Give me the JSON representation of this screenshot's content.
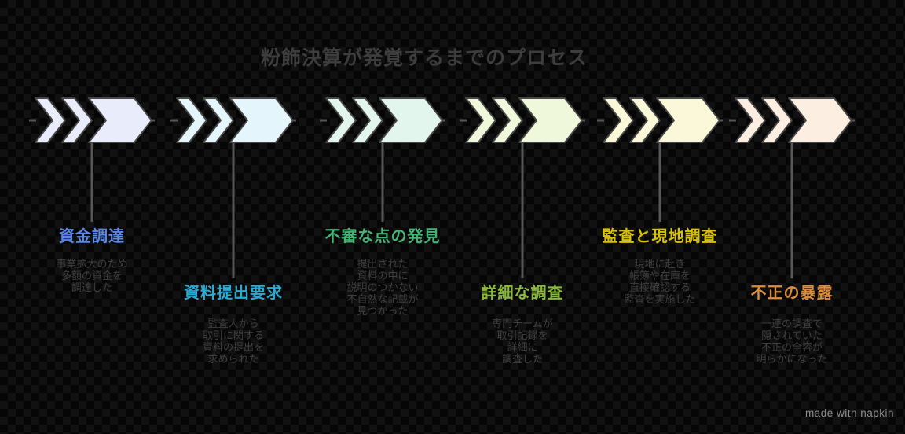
{
  "title": "粉飾決算が発覚するまでのプロセス",
  "watermark": "made with napkin",
  "colors": {
    "background": "#060606",
    "chevron_outline": "#474747",
    "connector_line": "#575757",
    "title_text": "#3d3d3d",
    "description_text": "#3f3f3f"
  },
  "icons": {
    "phase_shape": "triple-chevron-arrow-icon"
  },
  "phases": [
    {
      "label": "資金調達",
      "label_color": "#5b87e5",
      "chevron_fill": "#e9edfb",
      "description": "事業拡大のため\n多額の資金を\n調達した"
    },
    {
      "label": "資料提出要求",
      "label_color": "#2aa9d2",
      "chevron_fill": "#e4f5fb",
      "description": "監査人から\n取引に関する\n資料の提出を\n求められた"
    },
    {
      "label": "不審な点の発見",
      "label_color": "#47b275",
      "chevron_fill": "#e2f6ed",
      "description": "提出された\n資料の中に\n説明のつかない\n不自然な記載が\n見つかった"
    },
    {
      "label": "詳細な調査",
      "label_color": "#8aba3a",
      "chevron_fill": "#eff8da",
      "description": "専門チームが\n取引記録を\n詳細に\n調査した"
    },
    {
      "label": "監査と現地調査",
      "label_color": "#d9c100",
      "chevron_fill": "#fbf7d9",
      "description": "現地に赴き\n帳簿や在庫を\n直接確認する\n監査を実施した"
    },
    {
      "label": "不正の暴露",
      "label_color": "#db8f3e",
      "chevron_fill": "#fcefe2",
      "description": "一連の調査で\n隠されていた\n不正の全容が\n明らかになった"
    }
  ]
}
